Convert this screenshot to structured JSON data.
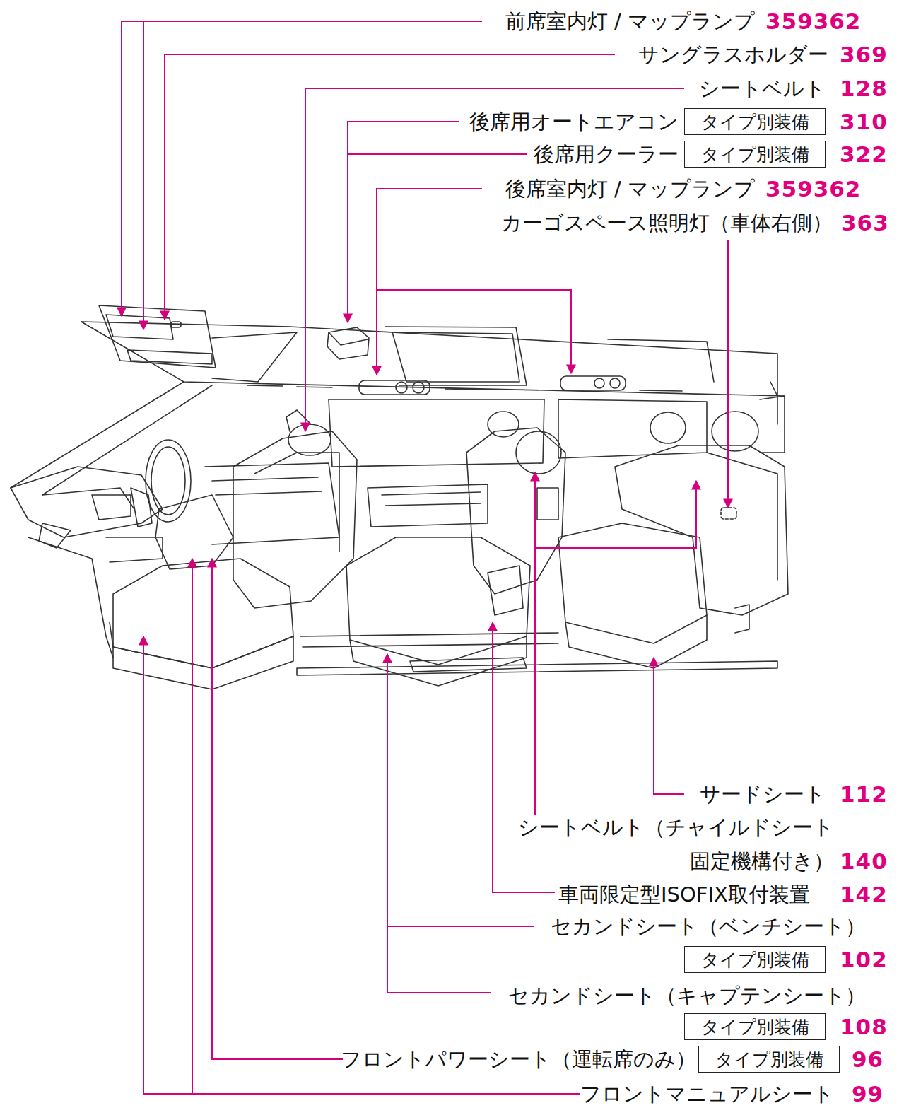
{
  "diagram": {
    "nodes": [
      {
        "text": [
          "タイプ別装備"
        ]
      },
      {
        "text": [
          "タイプ別装備"
        ]
      },
      {
        "text": [
          "タイプ別装備"
        ]
      },
      {
        "text": [
          "タイプ別装備"
        ]
      },
      {
        "text": [
          "タイプ別装備"
        ]
      }
    ],
    "labels": [
      "前席室内灯 / マップランプ",
      "359362",
      "サングラスホルダー",
      "369",
      "シートベルト",
      "128",
      "後席用オートエアコン",
      "310",
      "後席用クーラー",
      "322",
      "後席室内灯 / マップランプ",
      "359362",
      "カーゴスペース照明灯（車体右側）",
      "363",
      "サードシート",
      "112",
      "シートベルト（チャイルドシート 固定機構付き）",
      "140",
      "車両限定型ISOFIX取付装置",
      "142",
      "セカンドシート（ベンチシート）",
      "102",
      "セカンドシート（キャプテンシート）",
      "108",
      "フロントパワーシート（運転席のみ）",
      "96",
      "フロントマニュアルシート",
      "99"
    ]
  }
}
